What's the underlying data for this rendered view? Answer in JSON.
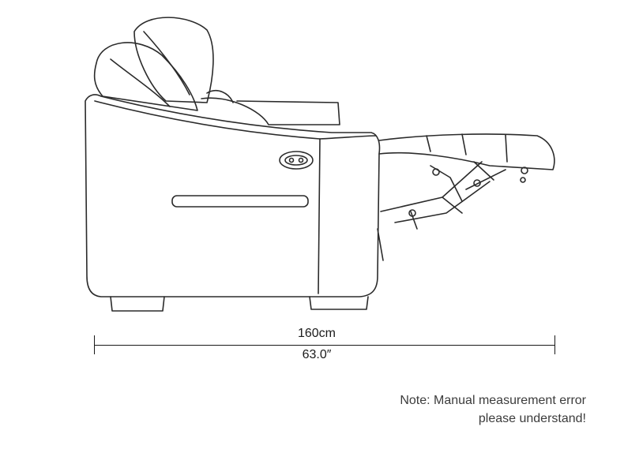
{
  "dimension": {
    "metric": "160cm",
    "imperial": "63.0″"
  },
  "note": {
    "line1": "Note: Manual measurement error",
    "line2": "please understand!"
  }
}
